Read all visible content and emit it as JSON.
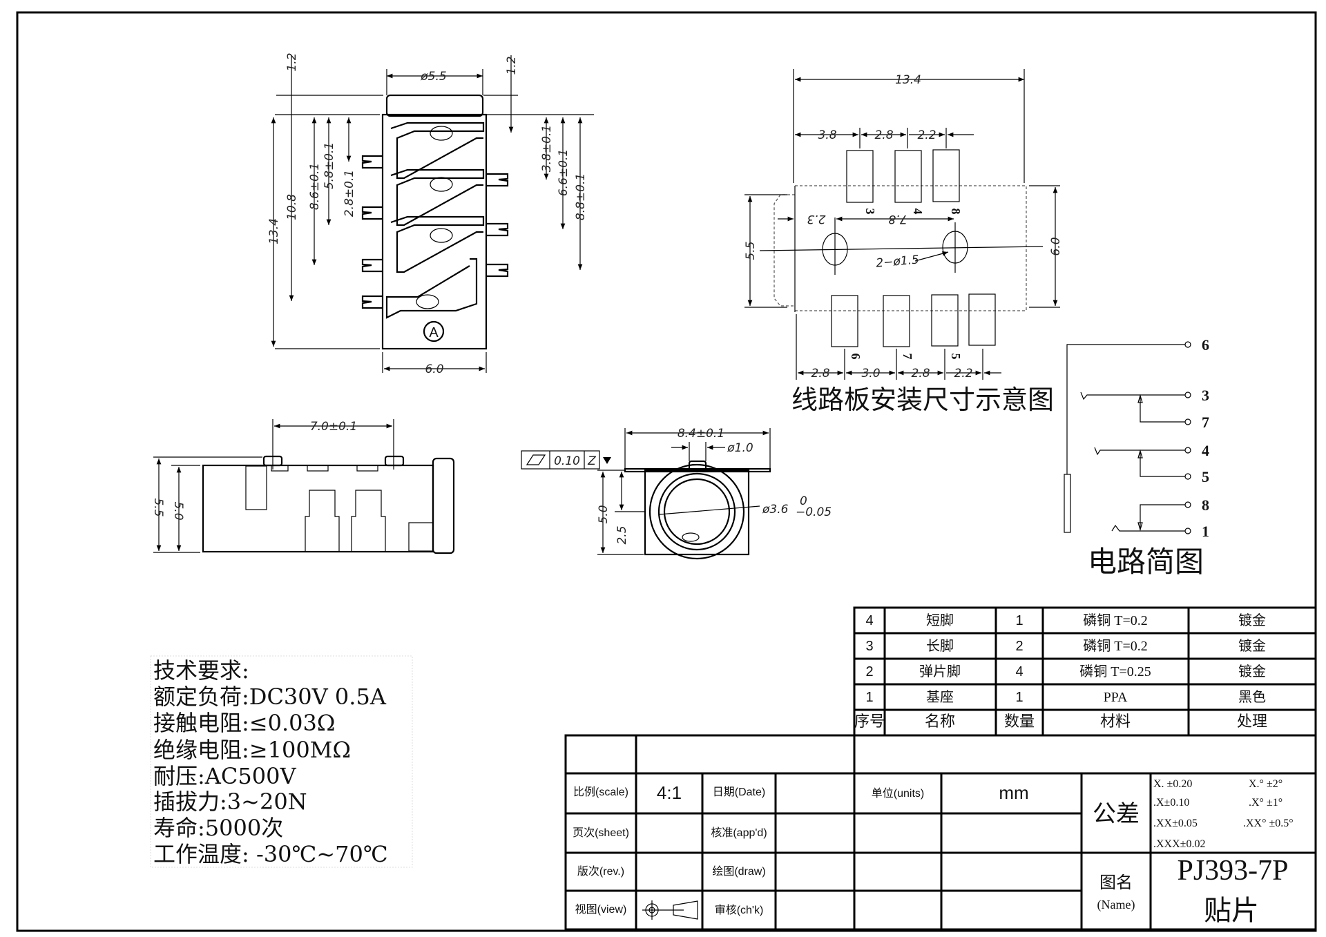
{
  "top_view": {
    "dims": {
      "d_55": "ø5.5",
      "h_12_left": "1.2",
      "h_12_right": "1.2",
      "d_134": "13.4",
      "d_108": "10.8",
      "d_86": "8.6±0.1",
      "d_58": "5.8±0.1",
      "d_28": "2.8±0.1",
      "d_38": "3.8±0.1",
      "d_66": "6.6±0.1",
      "d_88": "8.8±0.1",
      "d_60": "6.0"
    },
    "marker": "A"
  },
  "pcb_view": {
    "dims": {
      "total": "13.4",
      "t1": "3.8",
      "t2": "2.8",
      "t3": "2.2",
      "b1": "2.8",
      "b2": "3.0",
      "b3": "2.8",
      "b4": "2.2",
      "h55": "5.5",
      "h60": "6.0",
      "hole_off": "2.3",
      "hole_span": "7.8",
      "holes": "2−ø1.5"
    },
    "pins_top": [
      "3",
      "4",
      "8"
    ],
    "pins_bottom": [
      "6",
      "7",
      "5"
    ],
    "title": "线路板安装尺寸示意图"
  },
  "side_view": {
    "dims": {
      "w": "7.0±0.1",
      "h55": "5.5",
      "h50": "5.0"
    }
  },
  "front_view": {
    "dims": {
      "w": "8.4±0.1",
      "pin": "ø1.0",
      "bore": "ø3.6",
      "bore_tol_upper": "0",
      "bore_tol_lower": "−0.05",
      "h50": "5.0",
      "h25": "2.5"
    },
    "fcf": {
      "tolerance": "0.10",
      "datum": "Z"
    }
  },
  "circuit": {
    "pins": [
      "6",
      "3",
      "7",
      "4",
      "5",
      "8",
      "1"
    ],
    "title": "电路简图"
  },
  "tech_requirements": {
    "lines": [
      "技术要求:",
      "额定负荷:DC30V 0.5A",
      "接触电阻:≤0.03Ω",
      "绝缘电阻:≥100MΩ",
      "耐压:AC500V",
      "插拔力:3~20N",
      "寿命:5000次",
      "工作温度: -30℃~70℃"
    ]
  },
  "bom": {
    "rows": [
      {
        "no": "4",
        "name": "短脚",
        "qty": "1",
        "material": "磷铜 T=0.2",
        "finish": "镀金"
      },
      {
        "no": "3",
        "name": "长脚",
        "qty": "2",
        "material": "磷铜 T=0.2",
        "finish": "镀金"
      },
      {
        "no": "2",
        "name": "弹片脚",
        "qty": "4",
        "material": "磷铜 T=0.25",
        "finish": "镀金"
      },
      {
        "no": "1",
        "name": "基座",
        "qty": "1",
        "material": "PPA",
        "finish": "黑色"
      }
    ],
    "header": {
      "no": "序号",
      "name": "名称",
      "qty": "数量",
      "material": "材料",
      "finish": "处理"
    }
  },
  "title_block": {
    "scale_label": "比例(scale)",
    "scale_value": "4:1",
    "date_label": "日期(Date)",
    "sheet_label": "页次(sheet)",
    "approved_label": "核准(app'd)",
    "rev_label": "版次(rev.)",
    "draw_label": "绘图(draw)",
    "view_label": "视图(view)",
    "check_label": "审核(ch'k)",
    "units_label": "单位(units)",
    "units_value": "mm",
    "tolerance_label": "公差",
    "tolerances": [
      "X. ±0.20",
      "X.°  ±2°",
      ".X±0.10",
      ".X°  ±1°",
      ".XX±0.05",
      ".XX°  ±0.5°",
      ".XXX±0.02"
    ],
    "name_label": "图名",
    "name_label_en": "(Name)",
    "part_number": "PJ393-7P",
    "part_type": "贴片"
  }
}
